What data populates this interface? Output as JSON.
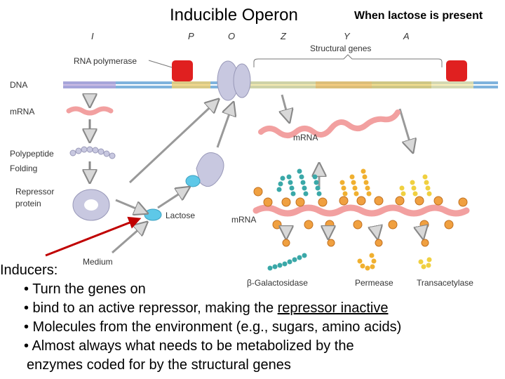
{
  "title": "Inducible Operon",
  "subtitle": "When lactose is present",
  "genes": [
    "I",
    "P",
    "O",
    "Z",
    "Y",
    "A"
  ],
  "labels": {
    "rna_polymerase": "RNA polymerase",
    "structural_genes": "Structural genes",
    "dna": "DNA",
    "mrna_left": "mRNA",
    "polypeptide": "Polypeptide",
    "folding": "Folding",
    "repressor_line1": "Repressor",
    "repressor_line2": "protein",
    "lactose": "Lactose",
    "mrna_mid": "mRNA",
    "mrna_lower": "mRNA",
    "medium": "Medium",
    "b_galactosidase": "β-Galactosidase",
    "permease": "Permease",
    "transacetylase": "Transacetylase"
  },
  "text": {
    "heading": "Inducers:",
    "bullet1": "• Turn the genes on",
    "bullet2_pre": "• bind to an active repressor, making the ",
    "bullet2_link": "repressor inactive",
    "bullet3": "• Molecules from the environment (e.g., sugars, amino acids)",
    "bullet4_line1": "• Almost always what needs to be metabolized by the",
    "bullet4_line2": "enzymes coded for by the structural genes"
  },
  "colors": {
    "dna_blue": "#7fb3dd",
    "rna_polymerase": "#e02020",
    "repressor": "#c8c8e0",
    "mrna": "#f2a0a0",
    "lactose": "#5ec8e8",
    "galactosidase": "#3aa8a8",
    "permease": "#f0b030",
    "transacetylase": "#f0d040",
    "pointer_arrow": "#c00000"
  }
}
